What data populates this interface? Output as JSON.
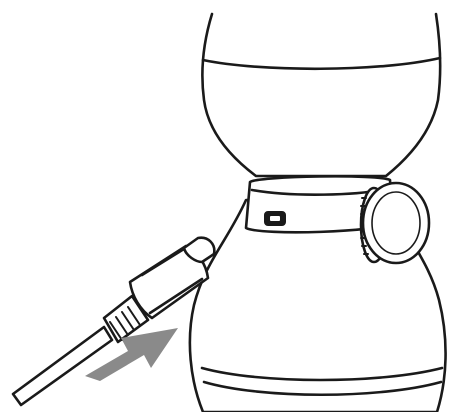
{
  "diagram": {
    "subject": "usb-c-charging-device",
    "parts": {
      "device_body": "device-body",
      "collar_band": "collar-band",
      "charging_port": "usb-c-port-icon",
      "adjustment_knob": "knurled-knob",
      "cable": "usb-c-cable",
      "arrow": "insert-arrow-icon"
    },
    "colors": {
      "line": "#1a1a1a",
      "fill": "#ffffff",
      "arrow": "#8a8a8a",
      "background": "#ffffff"
    }
  }
}
